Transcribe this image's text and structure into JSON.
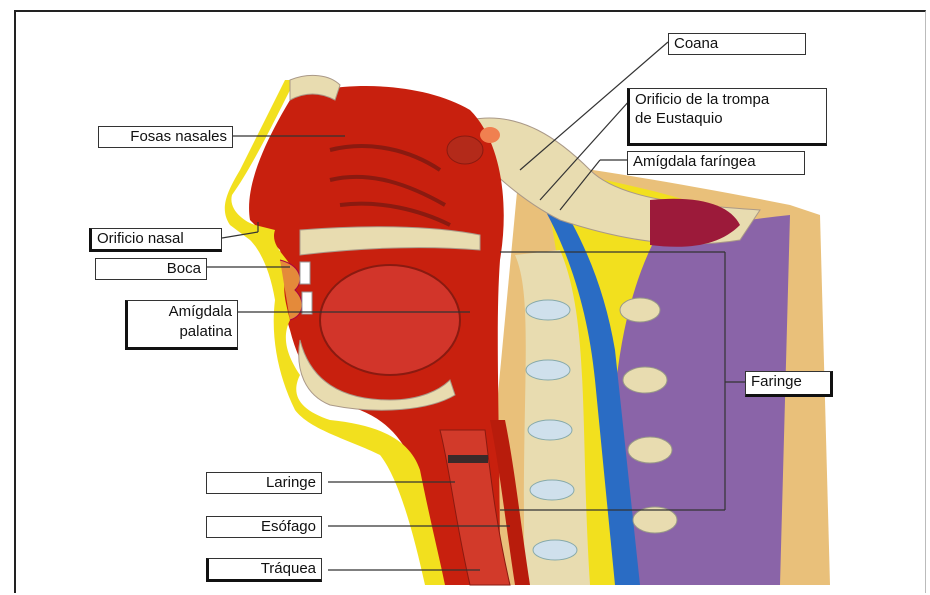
{
  "labels": {
    "coana": "Coana",
    "orificio_trompa_line1": "Orificio de la trompa",
    "orificio_trompa_line2": "de Eustaquio",
    "amigdala_faringea": "Amígdala faríngea",
    "fosas_nasales": "Fosas nasales",
    "orificio_nasal": "Orificio nasal",
    "boca": "Boca",
    "amigdala_palatina_line1": "Amígdala",
    "amigdala_palatina_line2": "palatina",
    "faringe": "Faringe",
    "laringe": "Laringe",
    "esofago": "Esófago",
    "traquea": "Tráquea"
  },
  "colors": {
    "tissue_red": "#c8200e",
    "bone_tan": "#e8dcb0",
    "nerve_yellow": "#f2e01e",
    "spinal_purple": "#8a64a8",
    "vessel_blue": "#2a6cc4",
    "skin_orange": "#e48a3a"
  }
}
